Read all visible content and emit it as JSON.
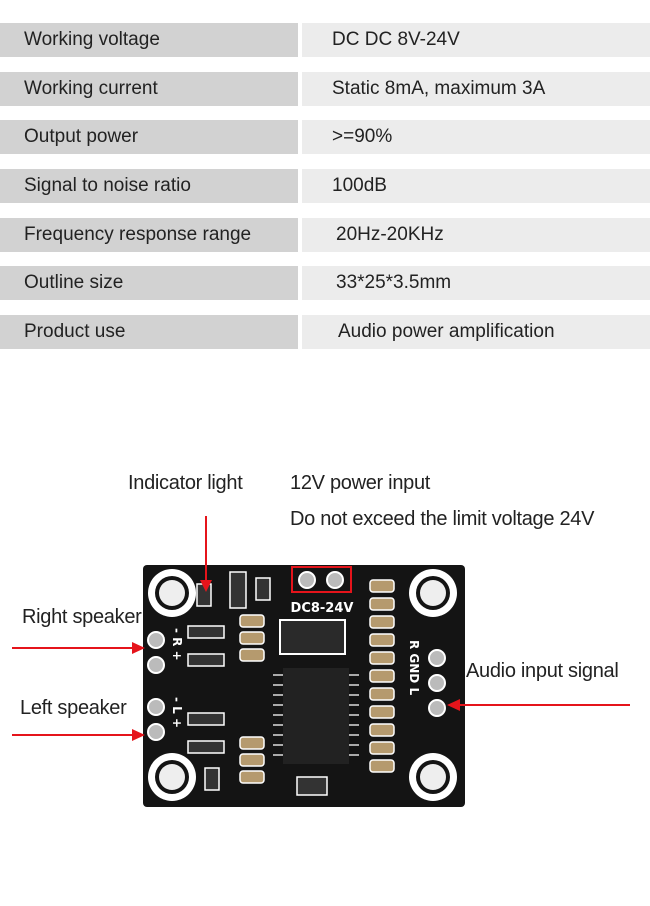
{
  "specs": [
    {
      "label": "Working voltage",
      "value": "DC DC 8V-24V"
    },
    {
      "label": "Working current",
      "value": "Static 8mA, maximum 3A"
    },
    {
      "label": "Output power",
      "value": ">=90%"
    },
    {
      "label": "Signal to noise ratio",
      "value": "100dB"
    },
    {
      "label": "Frequency response range",
      "value": "20Hz-20KHz"
    },
    {
      "label": "Outline size",
      "value": "33*25*3.5mm"
    },
    {
      "label": "Product use",
      "value": "Audio power amplification"
    }
  ],
  "diagram": {
    "indicator_light": "Indicator light",
    "power_input": "12V power input",
    "voltage_warning": "Do not exceed the limit voltage 24V",
    "right_speaker": "Right speaker",
    "left_speaker": "Left speaker",
    "audio_input": "Audio input signal",
    "board_dc_label": "DC8-24V",
    "board_rgndl": "R GND L",
    "board_r": "- R +",
    "board_l": "- L +",
    "arrow_color": "#e5141b"
  }
}
